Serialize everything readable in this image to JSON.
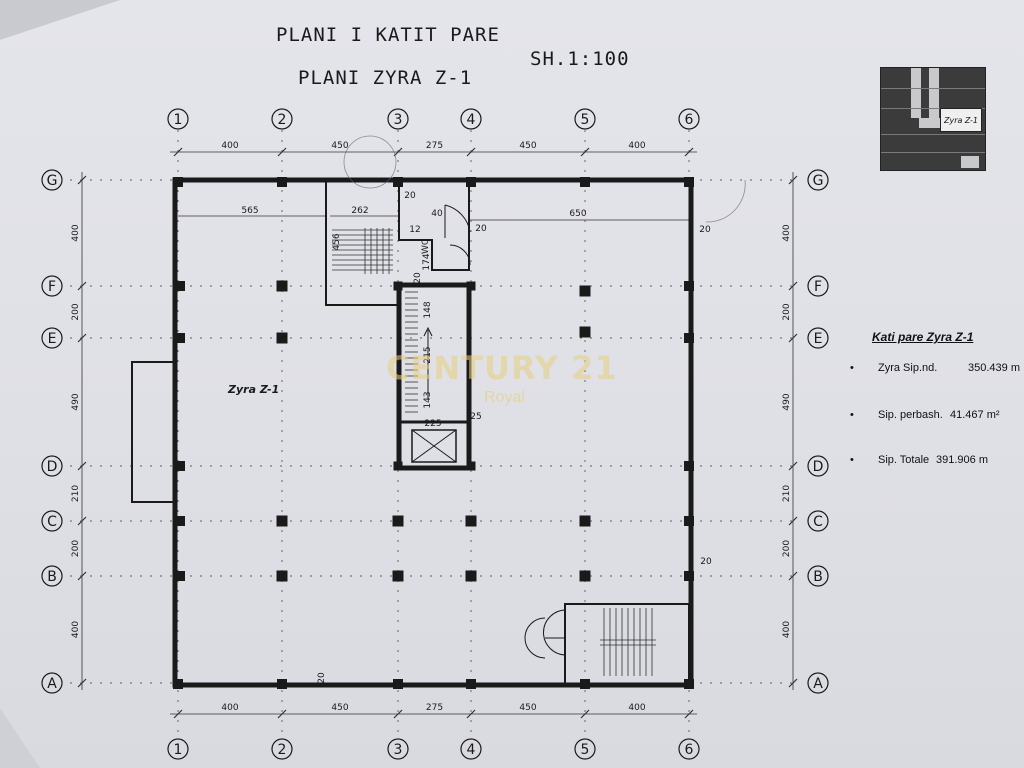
{
  "titles": {
    "line1": "PLANI I KATIT PARE",
    "line2": "PLANI ZYRA Z-1",
    "scale": "SH.1:100"
  },
  "grid": {
    "columns": [
      "1",
      "2",
      "3",
      "4",
      "5",
      "6"
    ],
    "rows": [
      "G",
      "F",
      "E",
      "D",
      "C",
      "B",
      "A"
    ]
  },
  "dimensions": {
    "top_spans": [
      "400",
      "450",
      "275",
      "450",
      "400"
    ],
    "bottom_spans": [
      "400",
      "450",
      "275",
      "450",
      "400"
    ],
    "left_spans": [
      "400",
      "200",
      "490",
      "210",
      "200",
      "400"
    ],
    "right_spans": [
      "400",
      "200",
      "490",
      "210",
      "200",
      "400"
    ],
    "interior": [
      "565",
      "262",
      "20",
      "40",
      "20",
      "650",
      "20",
      "456",
      "174",
      "20",
      "148",
      "215",
      "143",
      "25",
      "225",
      "20",
      "20",
      "12"
    ]
  },
  "room": {
    "label": "Zyra Z-1",
    "wc": "WC"
  },
  "keyplan": {
    "zone_label": "Zyra Z-1"
  },
  "legend": {
    "title": "Kati pare Zyra Z-1",
    "rows": [
      {
        "label": "Zyra Sip.nd.",
        "value": "350.439 m"
      },
      {
        "label": "Sip. perbash.",
        "value": "41.467 m²"
      },
      {
        "label": "Sip. Totale",
        "value": "391.906 m"
      }
    ]
  },
  "watermark": {
    "brand": "CENTURY 21",
    "sub": "Royal"
  },
  "colors": {
    "ink": "#1a1a1a",
    "paper": "#e1e2e7",
    "watermark": "#e8cf7d"
  }
}
